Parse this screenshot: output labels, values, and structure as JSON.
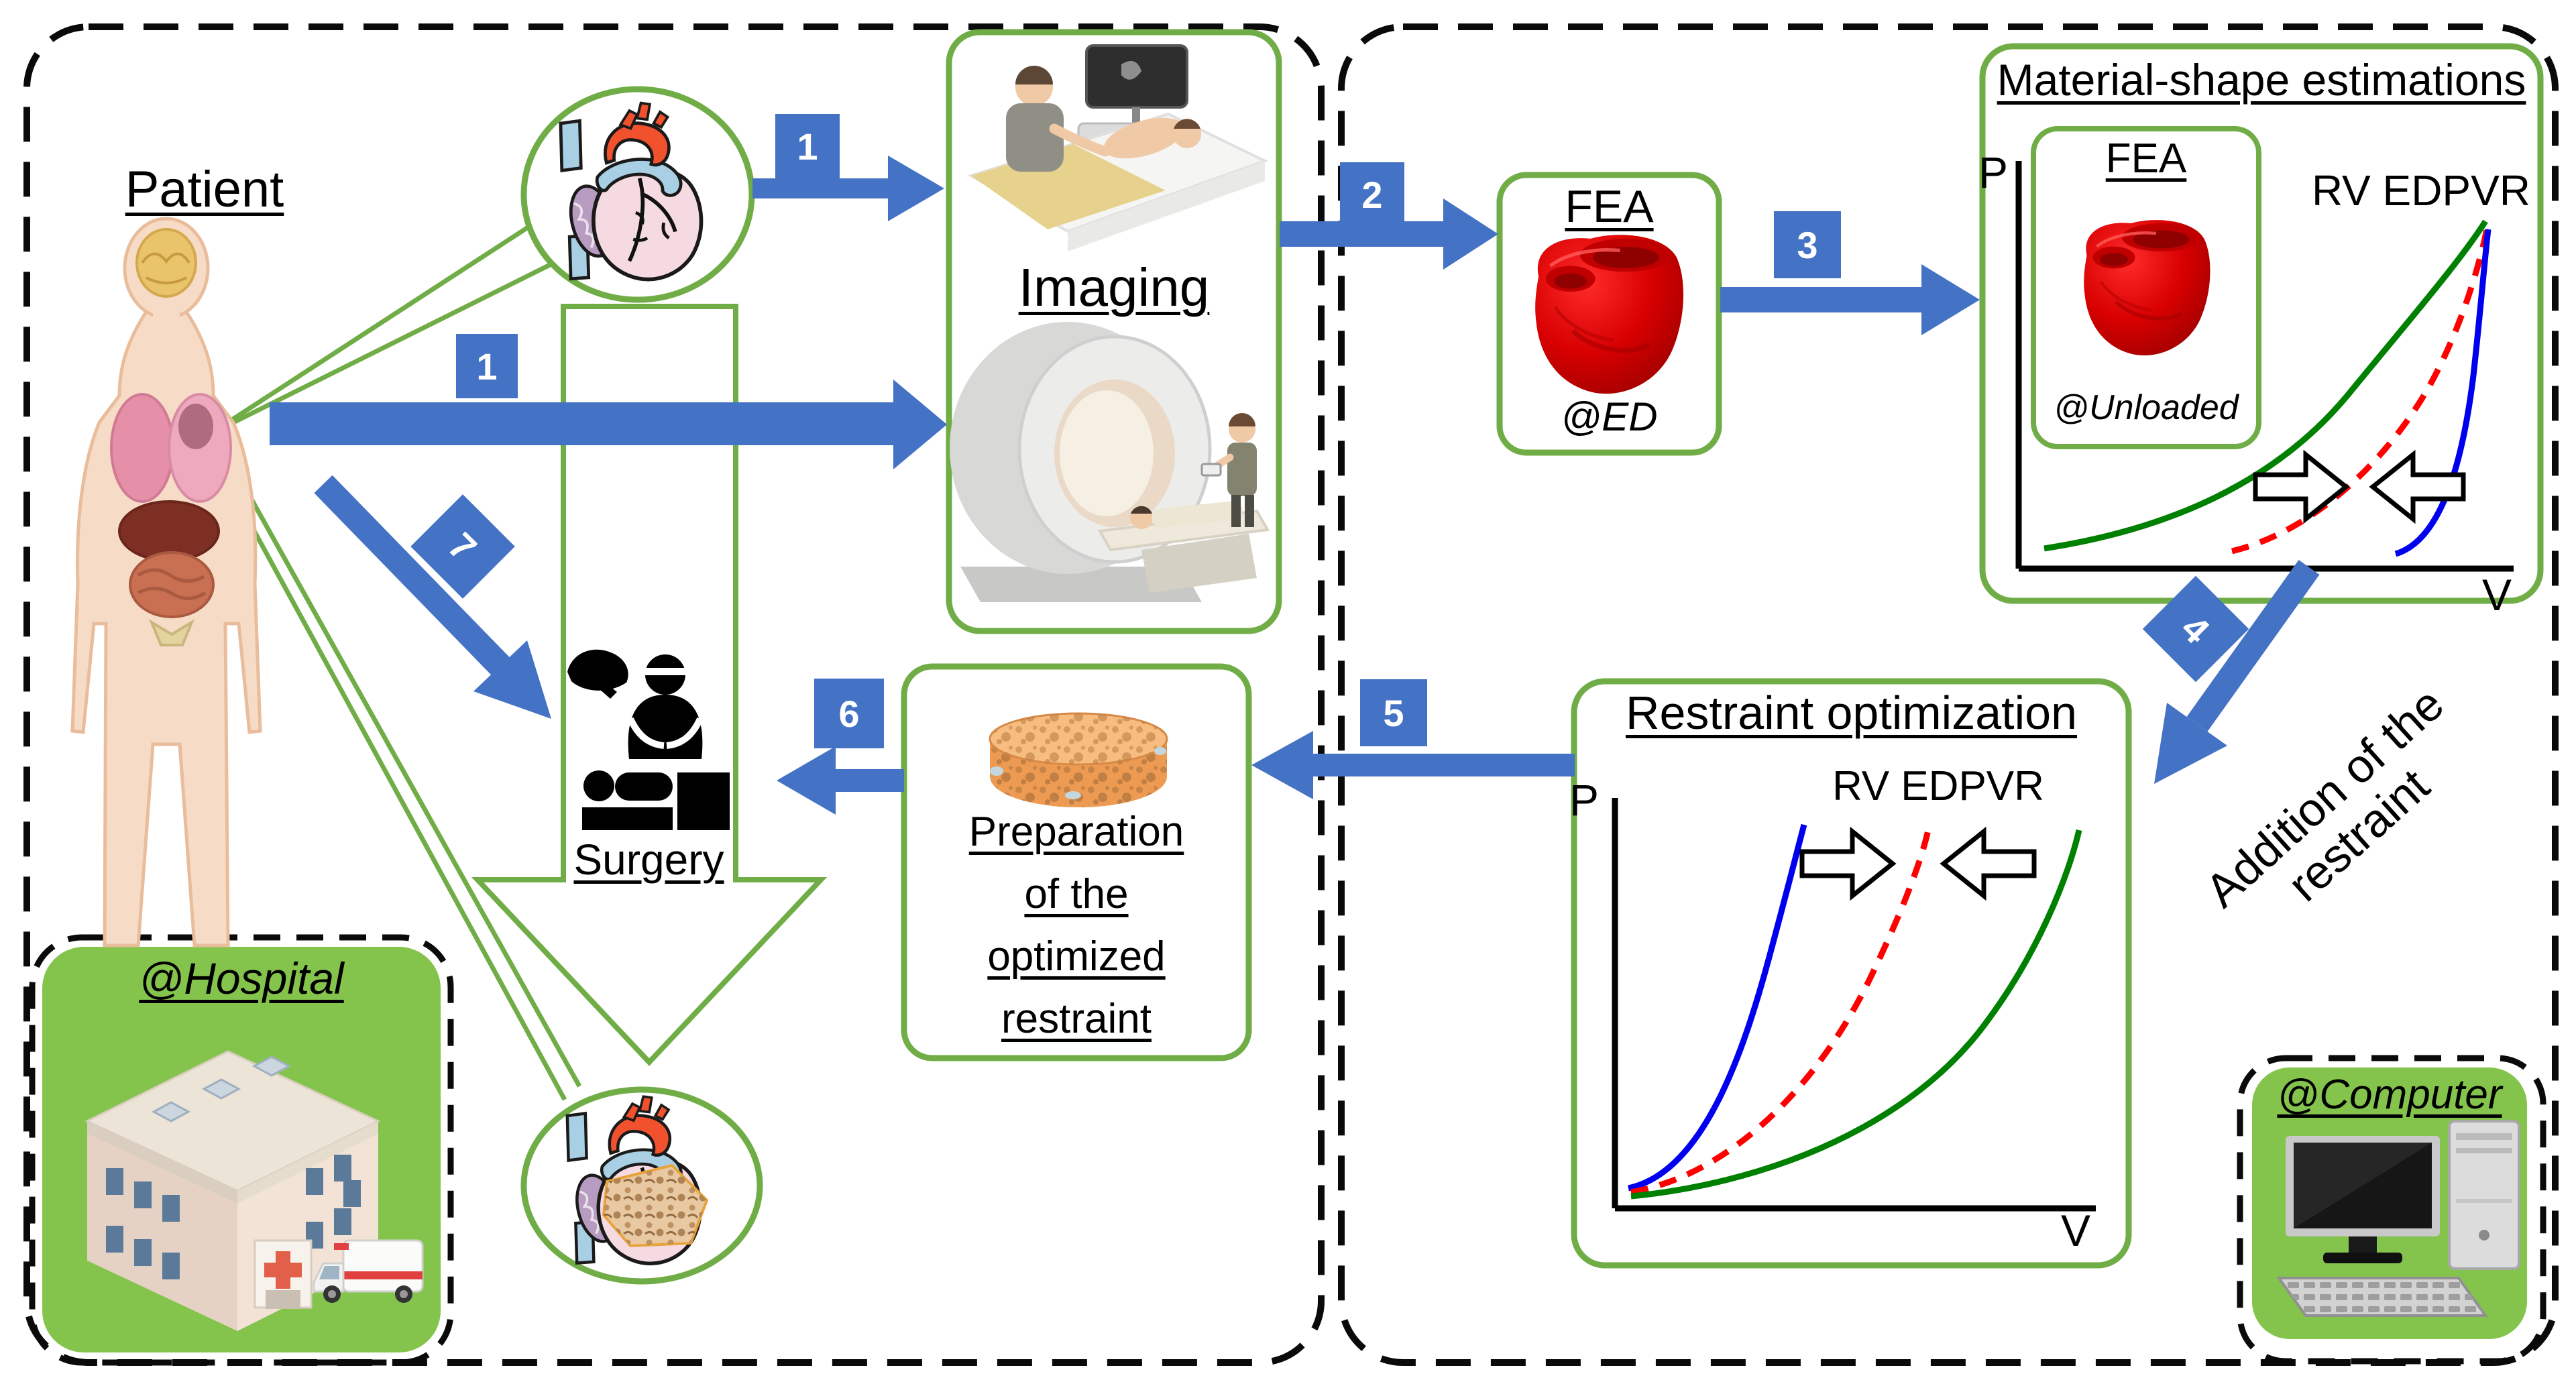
{
  "regions": {
    "patient": {
      "label": "Patient"
    },
    "imaging": {
      "label": "Imaging"
    },
    "fea": {
      "label": "FEA",
      "caption": "@ED"
    },
    "material": {
      "title": "Material-shape estimations",
      "fea_label": "FEA",
      "fea_caption": "@Unloaded",
      "curve_label": "RV EDPVR",
      "y_label": "P",
      "x_label": "V"
    },
    "restraint": {
      "title": "Restraint optimization",
      "curve_label": "RV EDPVR",
      "y_label": "P",
      "x_label": "V"
    },
    "addition": {
      "line1": "Addition of the",
      "line2": "restraint"
    },
    "preparation": {
      "line1": "Preparation",
      "line2": "of the",
      "line3": "optimized",
      "line4": "restraint"
    },
    "surgery": {
      "label": "Surgery"
    },
    "hospital": {
      "label": "@Hospital"
    },
    "computer": {
      "label": "@Computer"
    }
  },
  "steps": {
    "s1a": "1",
    "s1b": "1",
    "s2": "2",
    "s3": "3",
    "s4": "4",
    "s5": "5",
    "s6": "6",
    "s7": "7"
  },
  "colors": {
    "accent_blue": "#4472C4",
    "box_green": "#70AD47",
    "panel_green_fill": "#84C44C",
    "curve_green": "#008000",
    "curve_red_dashed": "#FF0000",
    "curve_blue": "#0000EE",
    "fea_heart_red": "#D80000",
    "sponge_orange": "#ED9B52"
  },
  "icons": [
    "anatomy-figure-icon",
    "heart-illustration-icon",
    "ultrasound-scene-icon",
    "mri-scanner-icon",
    "fea-heart-mesh-icon",
    "sponge-disc-icon",
    "surgeon-pictogram-icon",
    "hospital-building-icon",
    "ambulance-icon",
    "desktop-computer-icon",
    "block-arrow-right-icon",
    "block-arrow-left-icon"
  ],
  "chart_data": [
    {
      "id": "material_shape_pv",
      "type": "line",
      "title": "RV EDPVR",
      "xlabel": "V",
      "ylabel": "P",
      "axis_numeric": false,
      "legend_position": "none",
      "grid": false,
      "series": [
        {
          "name": "green-solid",
          "color": "#008000",
          "style": "solid",
          "x": [
            0.05,
            0.2,
            0.4,
            0.6,
            0.75,
            0.88,
            0.95
          ],
          "y": [
            0.05,
            0.08,
            0.14,
            0.26,
            0.45,
            0.72,
            0.95
          ]
        },
        {
          "name": "red-dashed",
          "color": "#FF0000",
          "style": "dashed",
          "x": [
            0.42,
            0.55,
            0.68,
            0.8,
            0.9,
            0.96
          ],
          "y": [
            0.04,
            0.1,
            0.22,
            0.42,
            0.68,
            0.93
          ]
        },
        {
          "name": "blue-solid",
          "color": "#0000EE",
          "style": "solid",
          "x": [
            0.77,
            0.84,
            0.9,
            0.94,
            0.96
          ],
          "y": [
            0.03,
            0.18,
            0.45,
            0.72,
            0.95
          ]
        }
      ],
      "annotations": [
        "outline arrow pointing right between green and red curves",
        "outline arrow pointing left between blue and red curves"
      ]
    },
    {
      "id": "restraint_optimization_pv",
      "type": "line",
      "title": "RV EDPVR",
      "xlabel": "V",
      "ylabel": "P",
      "axis_numeric": false,
      "legend_position": "none",
      "grid": false,
      "series": [
        {
          "name": "blue-solid",
          "color": "#0000EE",
          "style": "solid",
          "x": [
            0.04,
            0.12,
            0.2,
            0.28,
            0.36,
            0.4
          ],
          "y": [
            0.04,
            0.08,
            0.2,
            0.45,
            0.75,
            0.95
          ]
        },
        {
          "name": "red-dashed",
          "color": "#FF0000",
          "style": "dashed",
          "x": [
            0.04,
            0.2,
            0.35,
            0.5,
            0.6,
            0.66
          ],
          "y": [
            0.03,
            0.07,
            0.18,
            0.42,
            0.7,
            0.94
          ]
        },
        {
          "name": "green-solid",
          "color": "#008000",
          "style": "solid",
          "x": [
            0.04,
            0.25,
            0.45,
            0.65,
            0.85,
            0.97
          ],
          "y": [
            0.02,
            0.06,
            0.13,
            0.3,
            0.62,
            0.94
          ]
        }
      ],
      "annotations": [
        "outline arrow pointing right between blue and red curves",
        "outline arrow pointing left between green and red curves"
      ]
    }
  ]
}
